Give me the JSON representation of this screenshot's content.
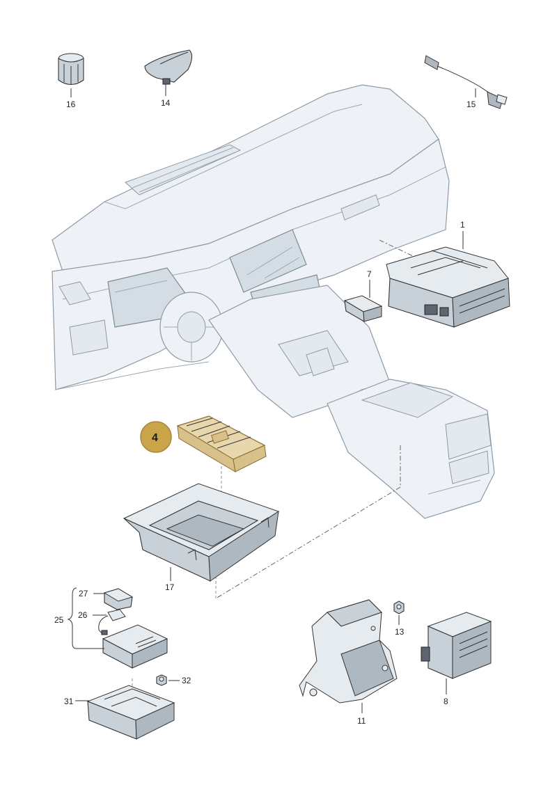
{
  "callout": {
    "number": "4",
    "color": "#c9a449"
  },
  "labels": {
    "l1": "1",
    "l4": "4",
    "l7": "7",
    "l8": "8",
    "l11": "11",
    "l13": "13",
    "l14": "14",
    "l15": "15",
    "l16": "16",
    "l17": "17",
    "l25": "25",
    "l26": "26",
    "l27": "27",
    "l31": "31",
    "l32": "32"
  },
  "colors": {
    "highlight": "#e8d7ac",
    "interior": "#eef2f6",
    "parts": "#c9d1d8"
  }
}
